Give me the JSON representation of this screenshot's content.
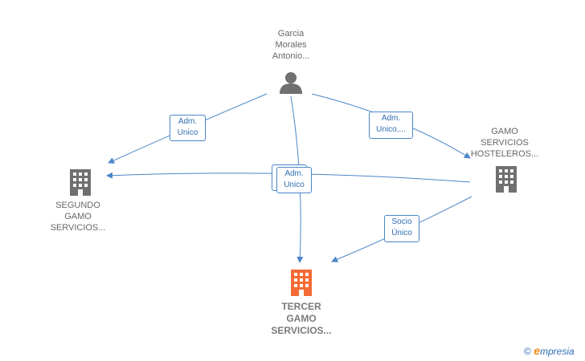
{
  "nodes": {
    "person": {
      "label_lines": [
        "Garcia",
        "Morales",
        "Antonio..."
      ],
      "icon": "person-icon",
      "color": "#707070"
    },
    "segundo": {
      "label_lines": [
        "SEGUNDO",
        "GAMO",
        "SERVICIOS..."
      ],
      "icon": "building-icon",
      "color": "#707070"
    },
    "gamo": {
      "label_lines": [
        "GAMO",
        "SERVICIOS",
        "HOSTELEROS..."
      ],
      "icon": "building-icon",
      "color": "#707070"
    },
    "tercer": {
      "label_lines": [
        "TERCER",
        "GAMO",
        "SERVICIOS..."
      ],
      "icon": "building-icon",
      "color": "#f26a35"
    }
  },
  "edges": {
    "person_segundo": {
      "label_lines": [
        "Adm.",
        "Unico"
      ]
    },
    "person_gamo": {
      "label_lines": [
        "Adm.",
        "Unico,..."
      ]
    },
    "person_tercer": {
      "label_lines": [
        "Adm.",
        "Unico"
      ]
    },
    "gamo_tercer": {
      "label_lines": [
        "Socio",
        "Único"
      ]
    }
  },
  "brand": {
    "copyright": "©",
    "initial": "e",
    "name": "mpresia"
  },
  "colors": {
    "edge": "#4a86c8",
    "accent": "#f26a35",
    "node": "#707070"
  }
}
